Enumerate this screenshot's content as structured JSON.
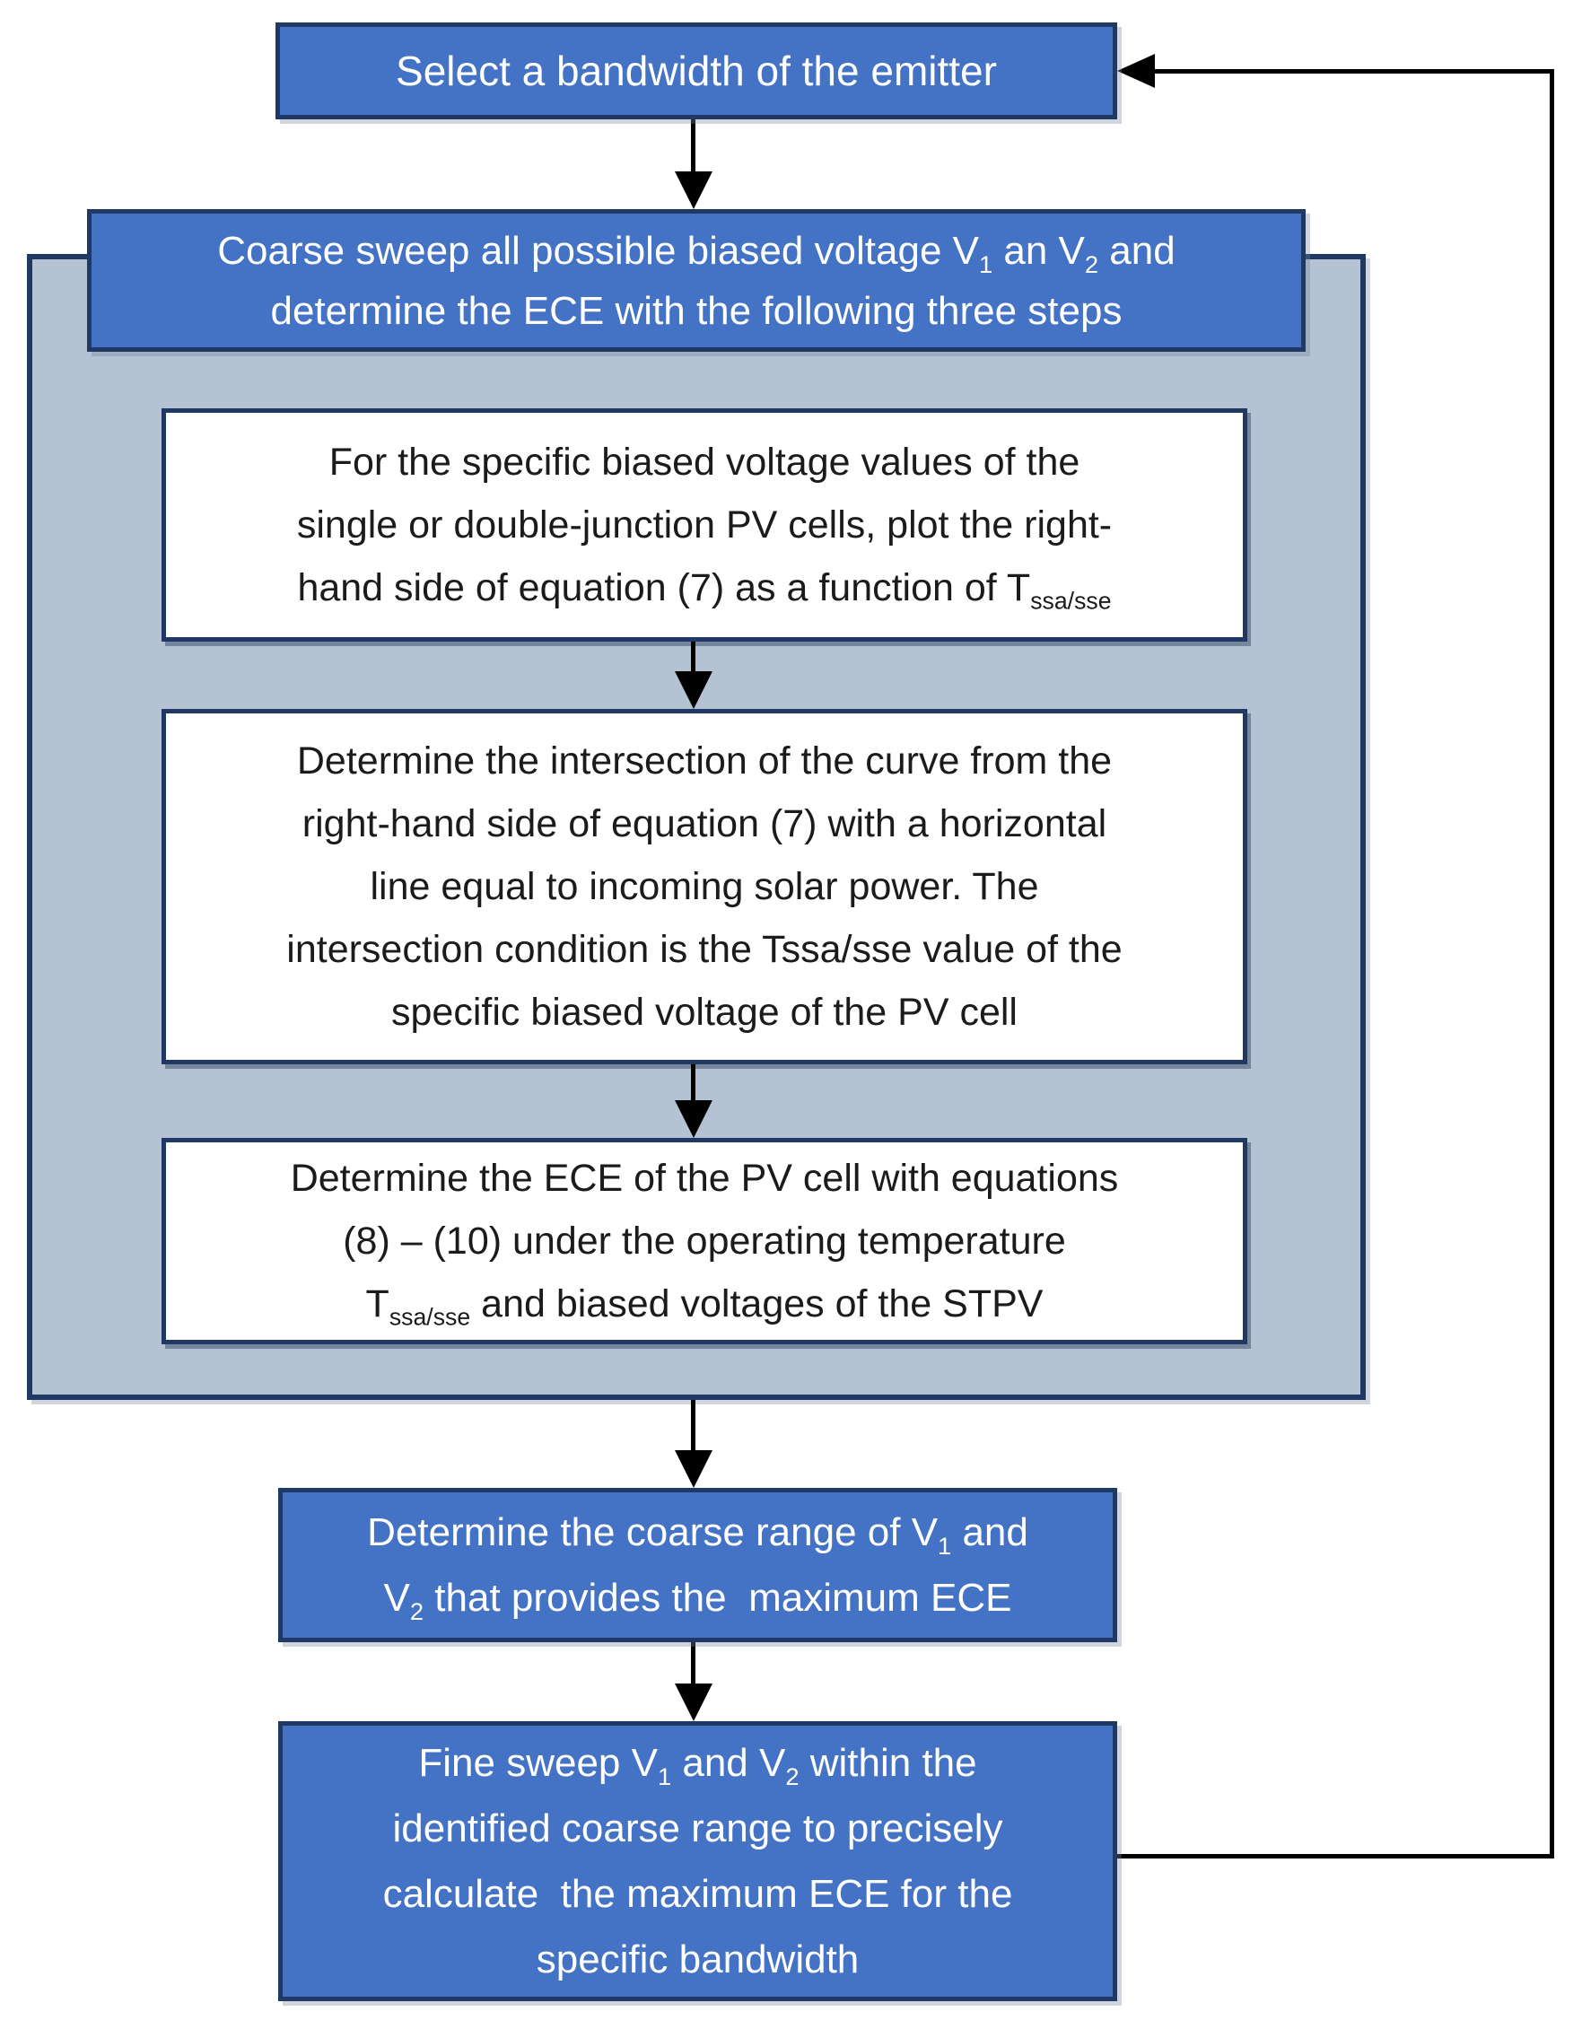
{
  "colors": {
    "blue": "#4472c4",
    "navy": "#1f3864",
    "panel": "#b4c2d3",
    "white": "#ffffff",
    "line": "#000000",
    "text_light": "#ffffff",
    "text_dark": "#1b1b1b"
  },
  "flow": {
    "select": {
      "label_lines": [
        [
          {
            "t": "Select a bandwidth of the emitter"
          }
        ]
      ]
    },
    "coarse_sweep": {
      "label_lines": [
        [
          {
            "t": "Coarse sweep all possible biased voltage V"
          },
          {
            "t": "1",
            "sub": true
          },
          {
            "t": " an V"
          },
          {
            "t": "2",
            "sub": true
          },
          {
            "t": " and"
          }
        ],
        [
          {
            "t": "determine the ECE with the following three steps"
          }
        ]
      ]
    },
    "step1": {
      "label_lines": [
        [
          {
            "t": "For the specific biased voltage values of the"
          }
        ],
        [
          {
            "t": "single or double-junction PV cells, plot the right-"
          }
        ],
        [
          {
            "t": "hand side of equation (7) as a function of T"
          },
          {
            "t": "ssa/sse",
            "sub": true
          }
        ]
      ]
    },
    "step2": {
      "label_lines": [
        [
          {
            "t": "Determine the intersection of the curve from the"
          }
        ],
        [
          {
            "t": "right-hand side of equation (7) with a horizontal"
          }
        ],
        [
          {
            "t": "line equal to incoming solar power. The"
          }
        ],
        [
          {
            "t": "intersection condition is the Tssa/sse value of the"
          }
        ],
        [
          {
            "t": "specific biased voltage of the PV cell"
          }
        ]
      ]
    },
    "step3": {
      "label_lines": [
        [
          {
            "t": "Determine the ECE of the PV cell with equations"
          }
        ],
        [
          {
            "t": "(8) – (10) under the operating temperature"
          }
        ],
        [
          {
            "t": "T"
          },
          {
            "t": "ssa/sse",
            "sub": true
          },
          {
            "t": " and biased voltages of the STPV"
          }
        ]
      ]
    },
    "coarse_range": {
      "label_lines": [
        [
          {
            "t": "Determine the coarse range of V"
          },
          {
            "t": "1",
            "sub": true
          },
          {
            "t": " and"
          }
        ],
        [
          {
            "t": "V"
          },
          {
            "t": "2",
            "sub": true
          },
          {
            "t": " that provides the  maximum ECE"
          }
        ]
      ]
    },
    "fine_sweep": {
      "label_lines": [
        [
          {
            "t": "Fine sweep V"
          },
          {
            "t": "1",
            "sub": true
          },
          {
            "t": " and V"
          },
          {
            "t": "2",
            "sub": true
          },
          {
            "t": " within the"
          }
        ],
        [
          {
            "t": "identified coarse range to precisely"
          }
        ],
        [
          {
            "t": "calculate  the maximum ECE for the"
          }
        ],
        [
          {
            "t": "specific bandwidth"
          }
        ]
      ]
    }
  }
}
